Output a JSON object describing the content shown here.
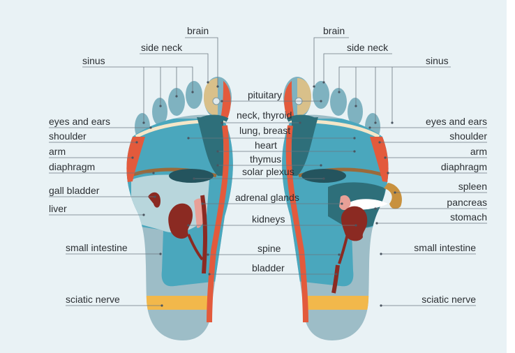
{
  "colors": {
    "background": "#e9f2f5",
    "foot_outline": "#9dbdc7",
    "foot_body": "#4aa7bd",
    "toe": "#7fb2c0",
    "orange": "#e35a3c",
    "dark_teal": "#2e6f7a",
    "light_teal": "#b8d6dc",
    "kidney": "#8b2a22",
    "adrenal": "#e8a097",
    "yellow": "#f2b84b",
    "brown": "#9b6a3a",
    "cream": "#f4e6c8",
    "beige": "#d9c08a"
  },
  "labels": {
    "brain": "brain",
    "side_neck": "side neck",
    "sinus": "sinus",
    "pituitary": "pituitary",
    "neck_thyroid": "neck, thyroid",
    "lung_breast": "lung, breast",
    "heart": "heart",
    "thymus": "thymus",
    "solar_plexus": "solar plexus",
    "adrenal_glands": "adrenal glands",
    "kidneys": "kidneys",
    "spine": "spine",
    "bladder": "bladder",
    "eyes_and_ears": "eyes and ears",
    "shoulder": "shoulder",
    "arm": "arm",
    "diaphragm": "diaphragm",
    "gall_bladder": "gall bladder",
    "liver": "liver",
    "small_intestine": "small intestine",
    "sciatic_nerve": "sciatic nerve",
    "spleen": "spleen",
    "pancreas": "pancreas",
    "stomach": "stomach"
  }
}
